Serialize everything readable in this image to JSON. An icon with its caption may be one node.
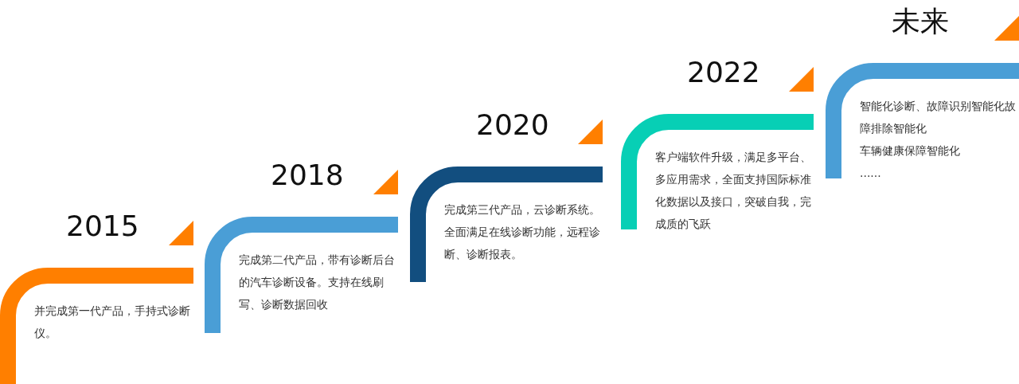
{
  "diagram": {
    "nodes": [
      {
        "text": [
          "2015",
          "并完成第一代产品，手持式诊断仪。"
        ]
      },
      {
        "text": [
          "2018",
          "完成第二代产品，带有诊断后台的汽车诊断设备。支持在线刷写、诊断数据回收"
        ]
      },
      {
        "text": [
          "2020",
          "完成第三代产品，云诊断系统。全面满足在线诊断功能，远程诊断、诊断报表。"
        ]
      },
      {
        "text": [
          "2022",
          "客户端软件升级，满足多平台、多应用需求，全面支持国际标准化数据以及接口，突破自我，完成质的飞跃"
        ]
      },
      {
        "text": [
          "未来",
          "智能化诊断、故障识别智能化故障排除智能化",
          "车辆健康保障智能化",
          "......"
        ]
      }
    ],
    "edges": []
  }
}
